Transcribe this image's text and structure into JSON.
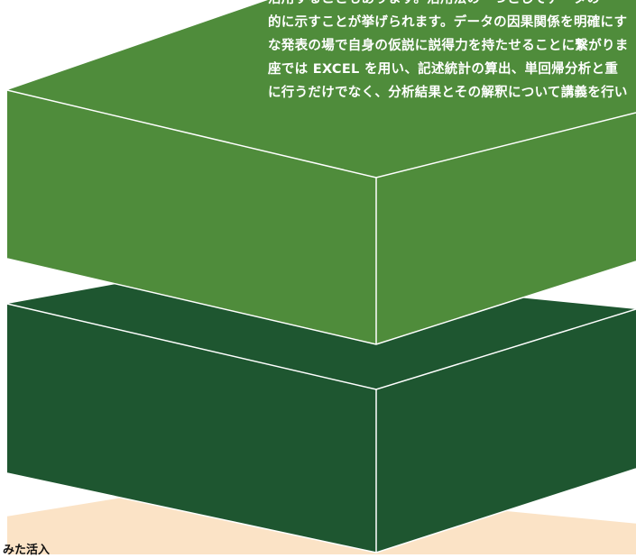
{
  "text_block": {
    "lines": [
      "活用することもあります。活用法の一つとしてデータの",
      "的に示すことが挙げられます。データの因果関係を明確にす",
      "な発表の場で自身の仮説に説得力を持たせることに繋がりま",
      "座では EXCEL を用い、記述統計の算出、単回帰分析と重",
      "に行うだけでなく、分析結果とその解釈について講義を行い"
    ]
  },
  "bottom_label": "みた活入",
  "colors": {
    "top_block": "#4f8c3b",
    "middle_block": "#1e5630",
    "bottom_block": "#fbe3c6",
    "edge": "#ffffff",
    "text": "#ffffff"
  }
}
